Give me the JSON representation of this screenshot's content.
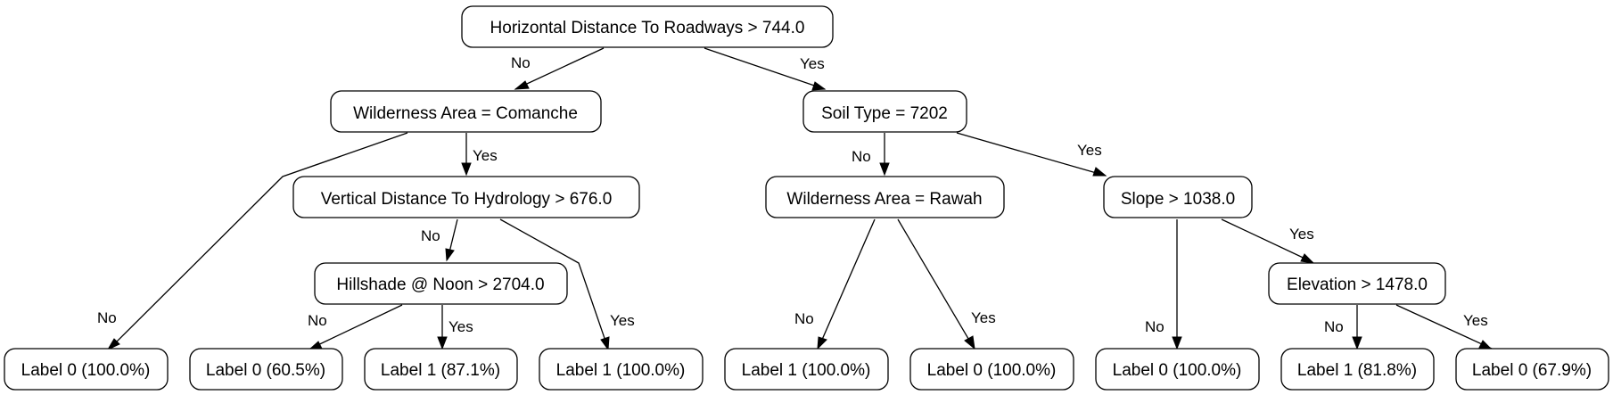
{
  "tree": {
    "nodes": {
      "root": "Horizontal Distance To Roadways > 744.0",
      "wild_comanche": "Wilderness Area = Comanche",
      "soil_7202": "Soil Type = 7202",
      "vert_hydro": "Vertical Distance To Hydrology > 676.0",
      "wild_rawah": "Wilderness Area = Rawah",
      "slope": "Slope > 1038.0",
      "hillshade": "Hillshade @ Noon > 2704.0",
      "elevation": "Elevation > 1478.0",
      "leaf_a": "Label 0 (100.0%)",
      "leaf_b": "Label 0 (60.5%)",
      "leaf_c": "Label 1 (87.1%)",
      "leaf_d": "Label 1 (100.0%)",
      "leaf_e": "Label 1 (100.0%)",
      "leaf_f": "Label 0 (100.0%)",
      "leaf_g": "Label 0 (100.0%)",
      "leaf_h": "Label 1 (81.8%)",
      "leaf_i": "Label 0 (67.9%)"
    },
    "edge_labels": {
      "no": "No",
      "yes": "Yes"
    }
  }
}
